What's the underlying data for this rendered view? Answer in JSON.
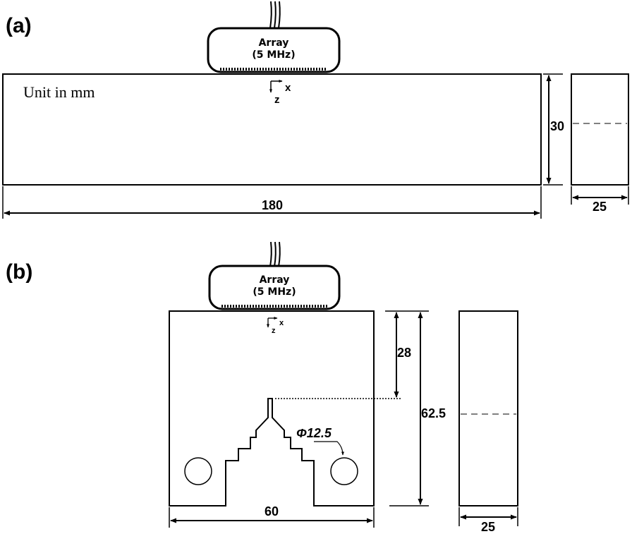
{
  "panel_a": {
    "label": "(a)",
    "unit_text": "Unit in mm",
    "probe_line1": "Array",
    "probe_line2": "(5 MHz)",
    "axis_x": "x",
    "axis_z": "z",
    "dim_length": "180",
    "dim_height": "30",
    "dim_width": "25"
  },
  "panel_b": {
    "label": "(b)",
    "probe_line1": "Array",
    "probe_line2": "(5 MHz)",
    "axis_x": "x",
    "axis_z": "z",
    "dim_depth": "28",
    "dim_height": "62.5",
    "dim_hole": "Φ12.5",
    "dim_width": "60",
    "dim_side_width": "25"
  }
}
